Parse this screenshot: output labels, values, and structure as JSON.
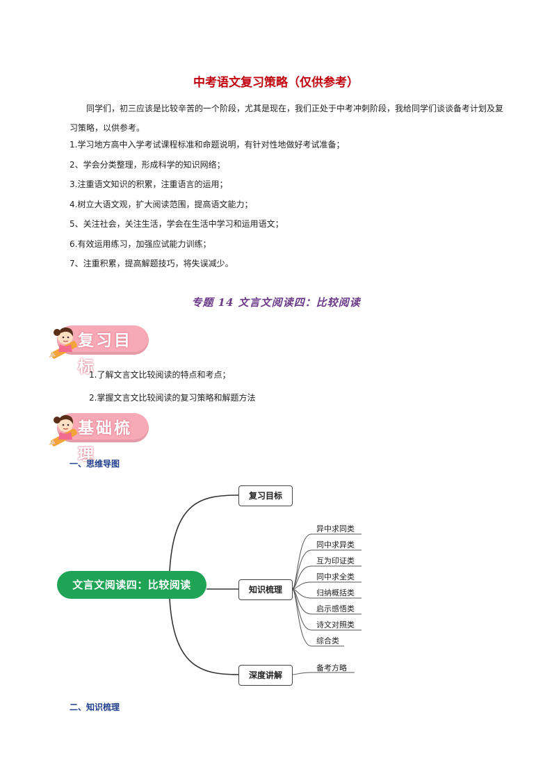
{
  "page_title": "中考语文复习策略（仅供参考）",
  "intro": "同学们，初三应该是比较辛苦的一个阶段，尤其是现在，我们正处于中考冲刺阶段，我给同学们谈谈备考计划及复习策略，以供参考。",
  "strategies": [
    "1.学习地方高中入学考试课程标准和命题说明，有针对性地做好考试准备；",
    "2、学会分类整理，形成科学的知识网络；",
    "3.注重语文知识的积累，注重语言的运用；",
    "4.树立大语文观，扩大阅读范围，提高语文能力；",
    "5、关注社会，关注生活，学会在生活中学习和运用语文；",
    "6.有效运用练习，加强应试能力训练；",
    "7、注重积累，提高解题技巧，将失误减少。"
  ],
  "topic_title": "专题 14 文言文阅读四：比较阅读",
  "banner_review": "复习目标",
  "goals": [
    "1.了解文言文比较阅读的特点和考点；",
    "2.掌握文言文比较阅读的复习策略和解题方法"
  ],
  "banner_basics": "基础梳理",
  "section1_heading": "一、思维导图",
  "mindmap": {
    "root": "文言文阅读四：比较阅读",
    "branches": [
      {
        "label": "复习目标",
        "leaves": []
      },
      {
        "label": "知识梳理",
        "leaves": [
          "异中求同类",
          "同中求异类",
          "互为印证类",
          "同中求全类",
          "归纳概括类",
          "启示感悟类",
          "诗文对照类",
          "综合类"
        ]
      },
      {
        "label": "深度讲解",
        "leaves": [
          "备考方略"
        ]
      }
    ]
  },
  "section2_heading": "二、知识梳理",
  "colors": {
    "title_red": "#c0000c",
    "topic_purple": "#6b3b8a",
    "banner_pink": "#f8a9b6",
    "heading_blue": "#1f3e8c",
    "root_green": "#1fa456"
  }
}
